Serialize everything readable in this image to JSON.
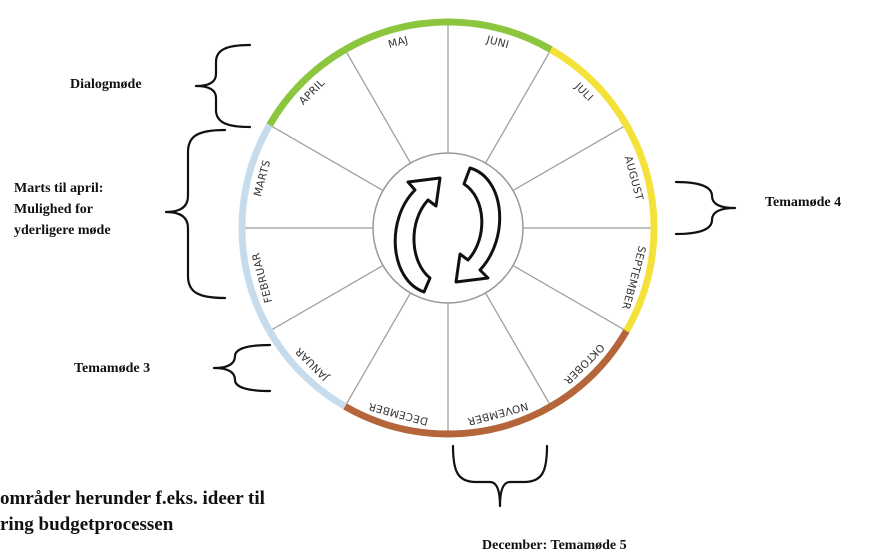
{
  "months": [
    {
      "label": "JUNI",
      "color": "#8cc63f"
    },
    {
      "label": "JULI",
      "color": "#f4e23a"
    },
    {
      "label": "AUGUST",
      "color": "#f4e23a"
    },
    {
      "label": "SEPTEMBER",
      "color": "#f4e23a"
    },
    {
      "label": "OKTOBER",
      "color": "#b5653a"
    },
    {
      "label": "NOVEMBER",
      "color": "#b5653a"
    },
    {
      "label": "DECEMBER",
      "color": "#b5653a"
    },
    {
      "label": "JANUAR",
      "color": "#c6dced"
    },
    {
      "label": "FEBRUAR",
      "color": "#c6dced"
    },
    {
      "label": "MARTS",
      "color": "#c6dced"
    },
    {
      "label": "APRIL",
      "color": "#8cc63f"
    },
    {
      "label": "MAJ",
      "color": "#8cc63f"
    }
  ],
  "annotations": {
    "dialogmode": "Dialogmøde",
    "marts_line1": "Marts til april:",
    "marts_line2": "Mulighed for",
    "marts_line3": "yderligere møde",
    "temamode3": "Temamøde 3",
    "temamode4": "Temamøde 4",
    "december": "December: Temamøde 5"
  },
  "bottom_text": {
    "line1": "områder herunder f.eks. ideer til",
    "line2": "ring budgetprocessen"
  }
}
